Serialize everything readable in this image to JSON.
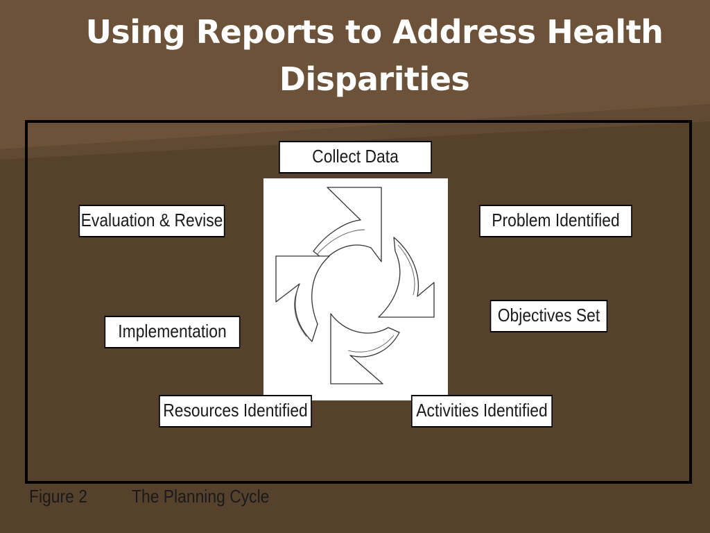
{
  "slide": {
    "title": "Using Reports to Address Health Disparities",
    "background_color": "#5a4430",
    "accent_color": "#6b5238"
  },
  "diagram": {
    "steps": [
      {
        "id": "collect-data",
        "label": "Collect Data"
      },
      {
        "id": "problem-identified",
        "label": "Problem Identified"
      },
      {
        "id": "objectives-set",
        "label": "Objectives Set"
      },
      {
        "id": "activities-identified",
        "label": "Activities Identified"
      },
      {
        "id": "resources-identified",
        "label": "Resources Identified"
      },
      {
        "id": "implementation",
        "label": "Implementation"
      },
      {
        "id": "evaluation-revise",
        "label": "Evaluation & Revise"
      }
    ],
    "cycle_icon": "circular-arrows-icon"
  },
  "caption": {
    "figure_number": "Figure 2",
    "figure_title": "The Planning Cycle"
  }
}
